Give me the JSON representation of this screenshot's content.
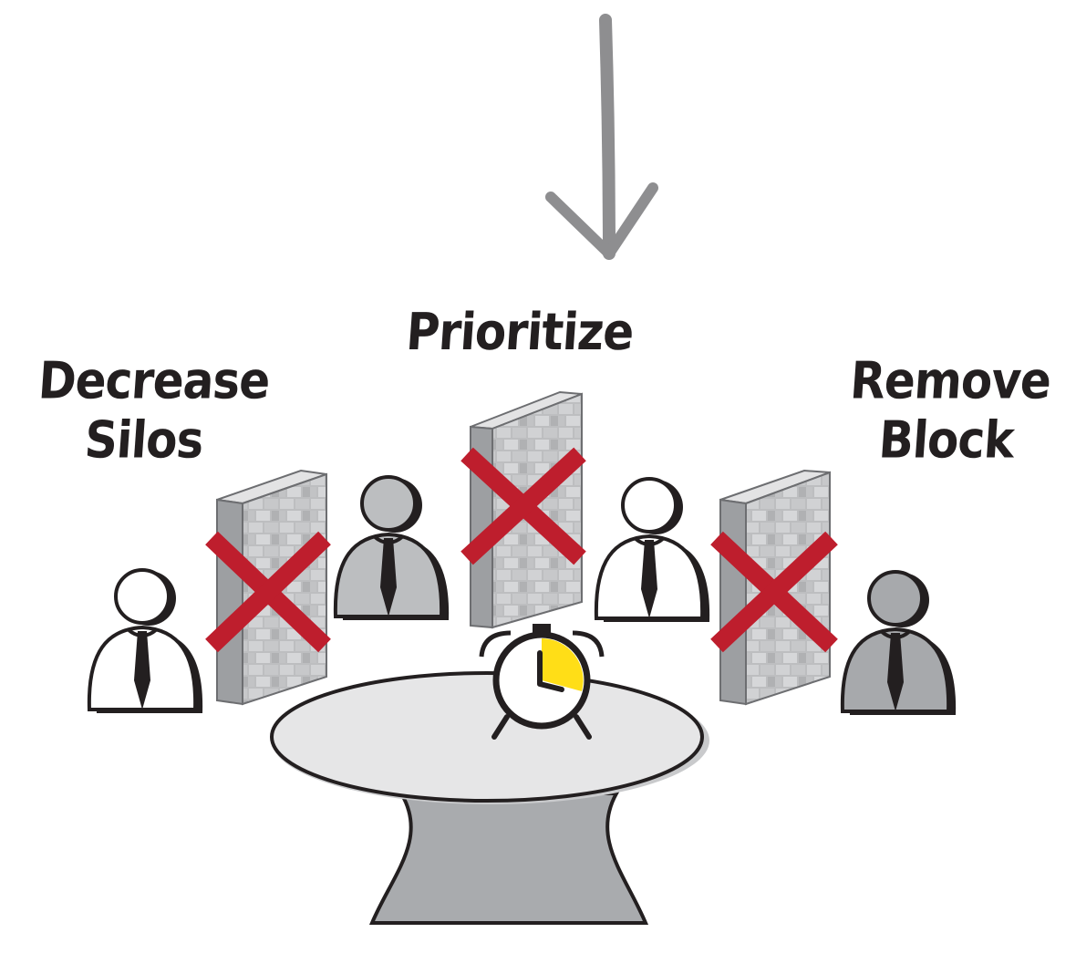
{
  "labels": {
    "decrease_line1": "Decrease",
    "decrease_line2": "Silos",
    "prioritize": "Prioritize",
    "remove_line1": "Remove",
    "remove_line2": "Block"
  },
  "colors": {
    "ink": "#231f20",
    "cross_red": "#be1e2d",
    "arrow_gray": "#8e8e90",
    "wall_gray": "#b7b7b9",
    "person_gray": "#a7a9ac",
    "table_gray": "#e6e6e7",
    "clock_yellow": "#ffde17"
  },
  "icons": [
    "down-arrow-icon",
    "person-icon",
    "brick-wall-icon",
    "red-x-icon",
    "alarm-clock-icon",
    "round-table-icon"
  ]
}
